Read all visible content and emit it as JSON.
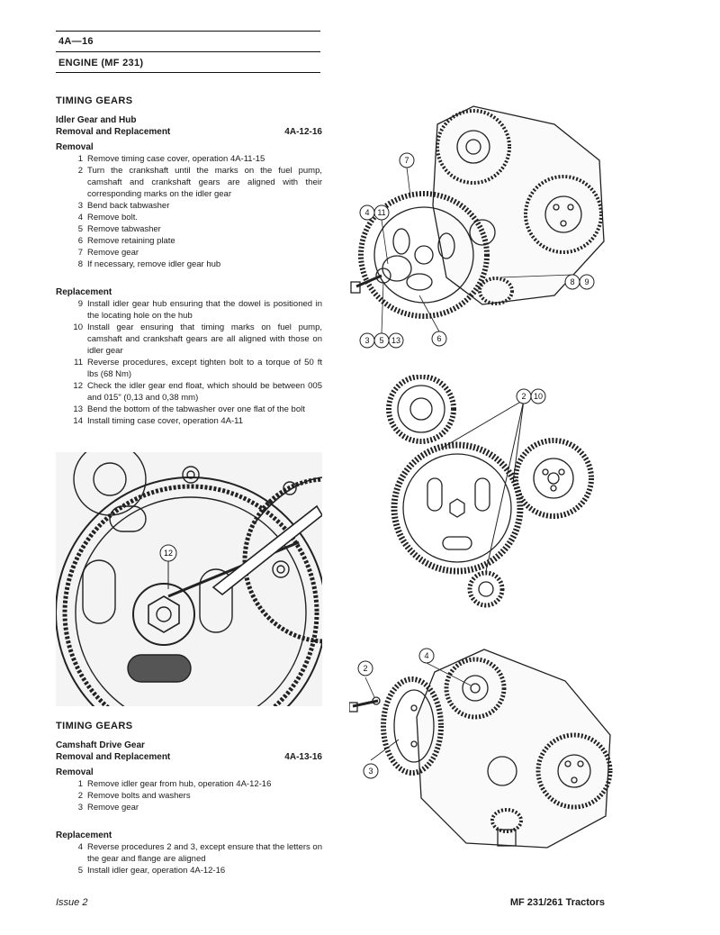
{
  "header": {
    "page_number": "4A—16",
    "section": "ENGINE (MF 231)"
  },
  "idler": {
    "title": "TIMING GEARS",
    "subtitle": "Idler Gear and Hub",
    "op_title": "Removal and Replacement",
    "op_code": "4A-12-16",
    "removal_heading": "Removal",
    "removal_steps": [
      {
        "n": "1",
        "t": "Remove timing case cover, operation 4A-11-15"
      },
      {
        "n": "2",
        "t": "Turn the crankshaft until the marks on the fuel pump, camshaft and crankshaft gears are aligned with their corresponding marks on the idler gear"
      },
      {
        "n": "3",
        "t": "Bend back tabwasher"
      },
      {
        "n": "4",
        "t": "Remove bolt."
      },
      {
        "n": "5",
        "t": "Remove tabwasher"
      },
      {
        "n": "6",
        "t": "Remove retaining plate"
      },
      {
        "n": "7",
        "t": "Remove gear"
      },
      {
        "n": "8",
        "t": "If necessary, remove idler gear hub"
      }
    ],
    "replacement_heading": "Replacement",
    "replacement_steps": [
      {
        "n": "9",
        "t": "Install idler gear hub ensuring that the dowel is positioned in the locating hole on the hub"
      },
      {
        "n": "10",
        "t": "Install gear ensuring that timing marks on fuel pump, camshaft and crankshaft gears are all aligned with those on idler gear"
      },
      {
        "n": "11",
        "t": "Reverse procedures, except tighten bolt to a torque of 50 ft lbs (68 Nm)"
      },
      {
        "n": "12",
        "t": "Check the idler gear end float, which should be between 005 and 015\" (0,13 and 0,38 mm)"
      },
      {
        "n": "13",
        "t": "Bend the bottom of the tabwasher over one flat of the bolt"
      },
      {
        "n": "14",
        "t": "Install timing case cover, operation 4A-11"
      }
    ]
  },
  "camshaft": {
    "title": "TIMING GEARS",
    "subtitle": "Camshaft Drive Gear",
    "op_title": "Removal and Replacement",
    "op_code": "4A-13-16",
    "removal_heading": "Removal",
    "removal_steps": [
      {
        "n": "1",
        "t": "Remove idler gear from hub, operation 4A-12-16"
      },
      {
        "n": "2",
        "t": "Remove bolts and washers"
      },
      {
        "n": "3",
        "t": "Remove gear"
      }
    ],
    "replacement_heading": "Replacement",
    "replacement_steps": [
      {
        "n": "4",
        "t": "Reverse procedures 2 and 3, except ensure that the letters on the gear and flange are aligned"
      },
      {
        "n": "5",
        "t": "Install idler gear, operation 4A-12-16"
      }
    ]
  },
  "figures": {
    "fig1_callouts": [
      "7",
      "4",
      "11",
      "8",
      "9",
      "3",
      "5",
      "13",
      "6"
    ],
    "fig2_callouts": [
      "2",
      "10"
    ],
    "fig3_callouts": [
      "12"
    ],
    "fig4_callouts": [
      "2",
      "4",
      "3"
    ]
  },
  "footer": {
    "issue": "Issue 2",
    "model": "MF 231/261 Tractors"
  }
}
